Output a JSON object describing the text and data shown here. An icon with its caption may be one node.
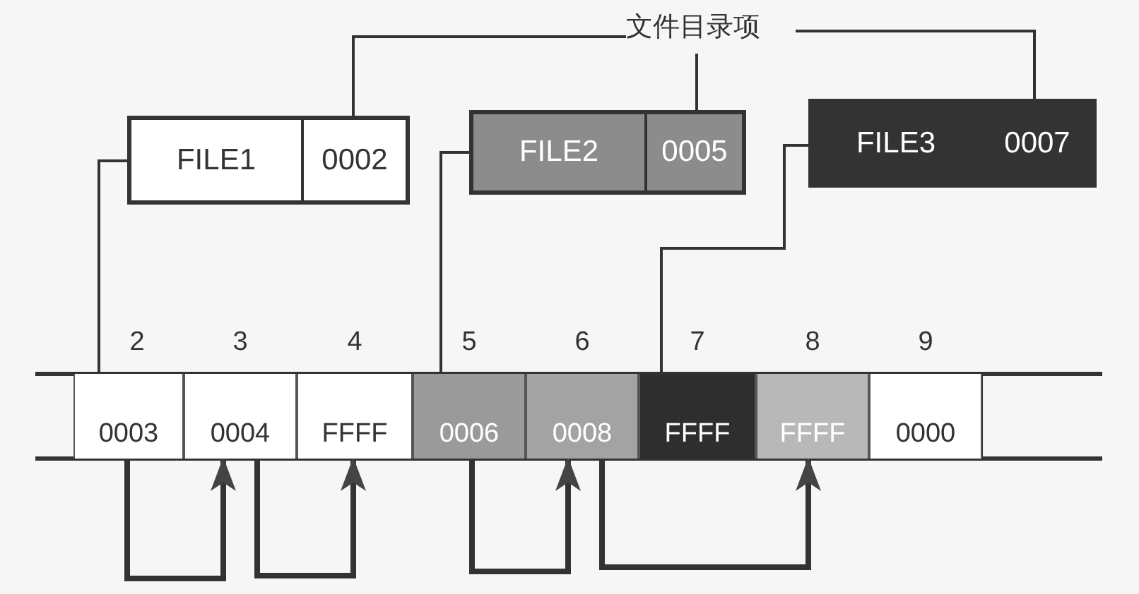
{
  "diagram": {
    "nodes": [
      {
        "text": [
          "文件目录项"
        ]
      },
      {
        "text": [
          "FILE1",
          "0002"
        ]
      },
      {
        "text": [
          "FILE2",
          "0005"
        ]
      },
      {
        "text": [
          "FILE3",
          "0007"
        ]
      },
      {
        "text": [
          "0003"
        ],
        "beside": [
          "2"
        ]
      },
      {
        "text": [
          "0004"
        ],
        "beside": [
          "3"
        ]
      },
      {
        "text": [
          "FFFF"
        ],
        "beside": [
          "4"
        ]
      },
      {
        "text": [
          "0006"
        ],
        "beside": [
          "5"
        ]
      },
      {
        "text": [
          "0008"
        ],
        "beside": [
          "6"
        ]
      },
      {
        "text": [
          "FFFF"
        ],
        "beside": [
          "7"
        ]
      },
      {
        "text": [
          "FFFF"
        ],
        "beside": [
          "8"
        ]
      },
      {
        "text": [
          "0000"
        ],
        "beside": [
          "9"
        ]
      }
    ],
    "edges": [
      {
        "from": 0,
        "to": 1,
        "arrow": "none"
      },
      {
        "from": 0,
        "to": 2,
        "arrow": "none"
      },
      {
        "from": 0,
        "to": 3,
        "arrow": "none"
      },
      {
        "from": 1,
        "to": 4,
        "arrow": "none"
      },
      {
        "from": 2,
        "to": 7,
        "arrow": "none"
      },
      {
        "from": 3,
        "to": 9,
        "arrow": "none"
      },
      {
        "from": 4,
        "to": 5,
        "arrow": "to",
        "style": "thick"
      },
      {
        "from": 5,
        "to": 6,
        "arrow": "to",
        "style": "thick"
      },
      {
        "from": 7,
        "to": 8,
        "arrow": "to",
        "style": "thick"
      },
      {
        "from": 8,
        "to": 10,
        "arrow": "to",
        "style": "thick"
      }
    ]
  }
}
